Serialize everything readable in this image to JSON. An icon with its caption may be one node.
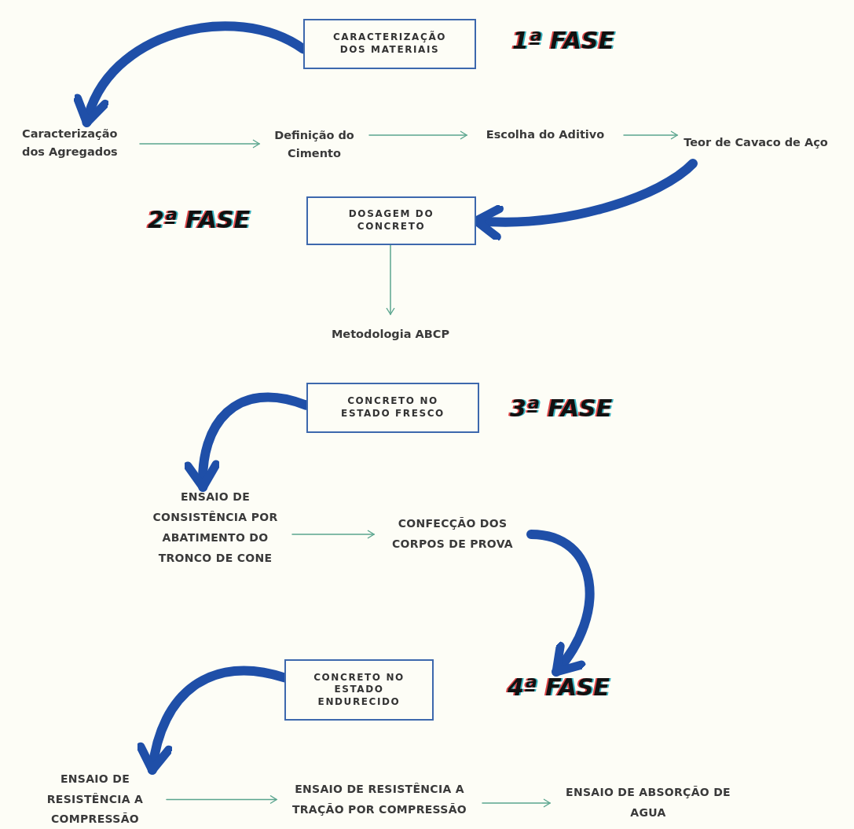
{
  "diagram": {
    "nodes": [
      {
        "text": [
          "CARACTERIZAÇÃO DOS MATERIAIS"
        ]
      },
      {
        "text": [
          "Caracterização dos Agregados"
        ]
      },
      {
        "text": [
          "Definição do Cimento"
        ]
      },
      {
        "text": [
          "Escolha do Aditivo"
        ]
      },
      {
        "text": [
          "Teor de Cavaco de Aço"
        ]
      },
      {
        "text": [
          "DOSAGEM DO CONCRETO"
        ]
      },
      {
        "text": [
          "Metodologia ABCP"
        ]
      },
      {
        "text": [
          "CONCRETO NO ESTADO FRESCO"
        ]
      },
      {
        "text": [
          "ENSAIO DE CONSISTÊNCIA POR ABATIMENTO DO TRONCO DE CONE"
        ]
      },
      {
        "text": [
          "CONFECÇÃO DOS CORPOS DE PROVA"
        ]
      },
      {
        "text": [
          "CONCRETO NO ESTADO ENDURECIDO"
        ]
      },
      {
        "text": [
          "4ª FASE"
        ]
      },
      {
        "text": [
          "ENSAIO DE RESISTÊNCIA A COMPRESSÃO"
        ]
      },
      {
        "text": [
          "ENSAIO DE RESISTÊNCIA A TRAÇÃO POR COMPRESSÃO"
        ]
      },
      {
        "text": [
          "ENSAIO DE ABSORÇÃO DE AGUA"
        ]
      }
    ],
    "edges": [
      {
        "from": 0,
        "to": 1,
        "arrow": "to",
        "style": "thick",
        "color": "#1f4fa8"
      },
      {
        "from": 1,
        "to": 2,
        "arrow": "to"
      },
      {
        "from": 2,
        "to": 3,
        "arrow": "to"
      },
      {
        "from": 3,
        "to": 4,
        "arrow": "to"
      },
      {
        "from": 4,
        "to": 5,
        "arrow": "to",
        "style": "thick",
        "color": "#1f4fa8"
      },
      {
        "from": 5,
        "to": 6,
        "arrow": "to"
      },
      {
        "from": 7,
        "to": 8,
        "arrow": "to",
        "style": "thick",
        "color": "#1f4fa8"
      },
      {
        "from": 8,
        "to": 9,
        "arrow": "to"
      },
      {
        "from": 9,
        "to": 11,
        "arrow": "to",
        "style": "thick",
        "color": "#1f4fa8"
      },
      {
        "from": 10,
        "to": 12,
        "arrow": "to",
        "style": "thick",
        "color": "#1f4fa8"
      },
      {
        "from": 12,
        "to": 13,
        "arrow": "to"
      },
      {
        "from": 13,
        "to": 14,
        "arrow": "to"
      }
    ],
    "labels": [
      "1ª FASE",
      "2ª FASE",
      "3ª FASE"
    ]
  }
}
